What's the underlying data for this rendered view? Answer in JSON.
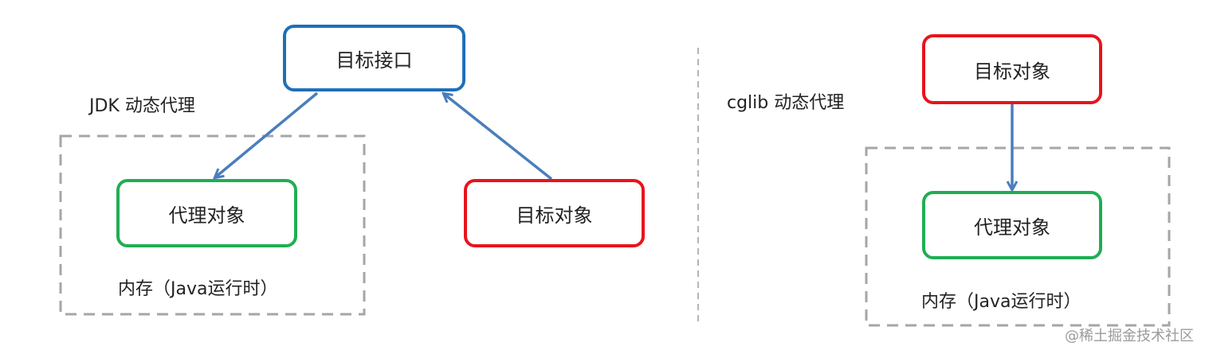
{
  "colors": {
    "interface_border": "#1f6fb8",
    "target_border": "#e8141b",
    "proxy_border": "#21ad54",
    "arrow": "#4a7ebb",
    "dashed": "#a6a6a6"
  },
  "jdk": {
    "title": "JDK 动态代理",
    "interface_box": "目标接口",
    "proxy_box": "代理对象",
    "target_box": "目标对象",
    "memory_label": "内存（Java运行时）"
  },
  "cglib": {
    "title": "cglib 动态代理",
    "target_box": "目标对象",
    "proxy_box": "代理对象",
    "memory_label": "内存（Java运行时）"
  },
  "watermark": "@稀土掘金技术社区"
}
